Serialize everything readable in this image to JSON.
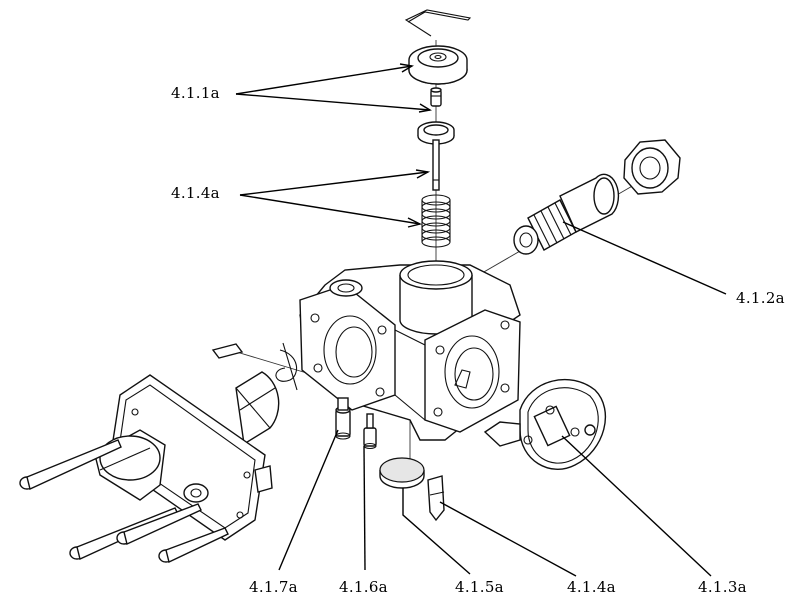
{
  "labels": {
    "l_411a": "4.1.1a",
    "l_414a_top": "4.1.4a",
    "l_412a": "4.1.2a",
    "l_417a": "4.1.7a",
    "l_416a": "4.1.6a",
    "l_415a": "4.1.5a",
    "l_414a_bottom": "4.1.4a",
    "l_413a": "4.1.3a"
  }
}
